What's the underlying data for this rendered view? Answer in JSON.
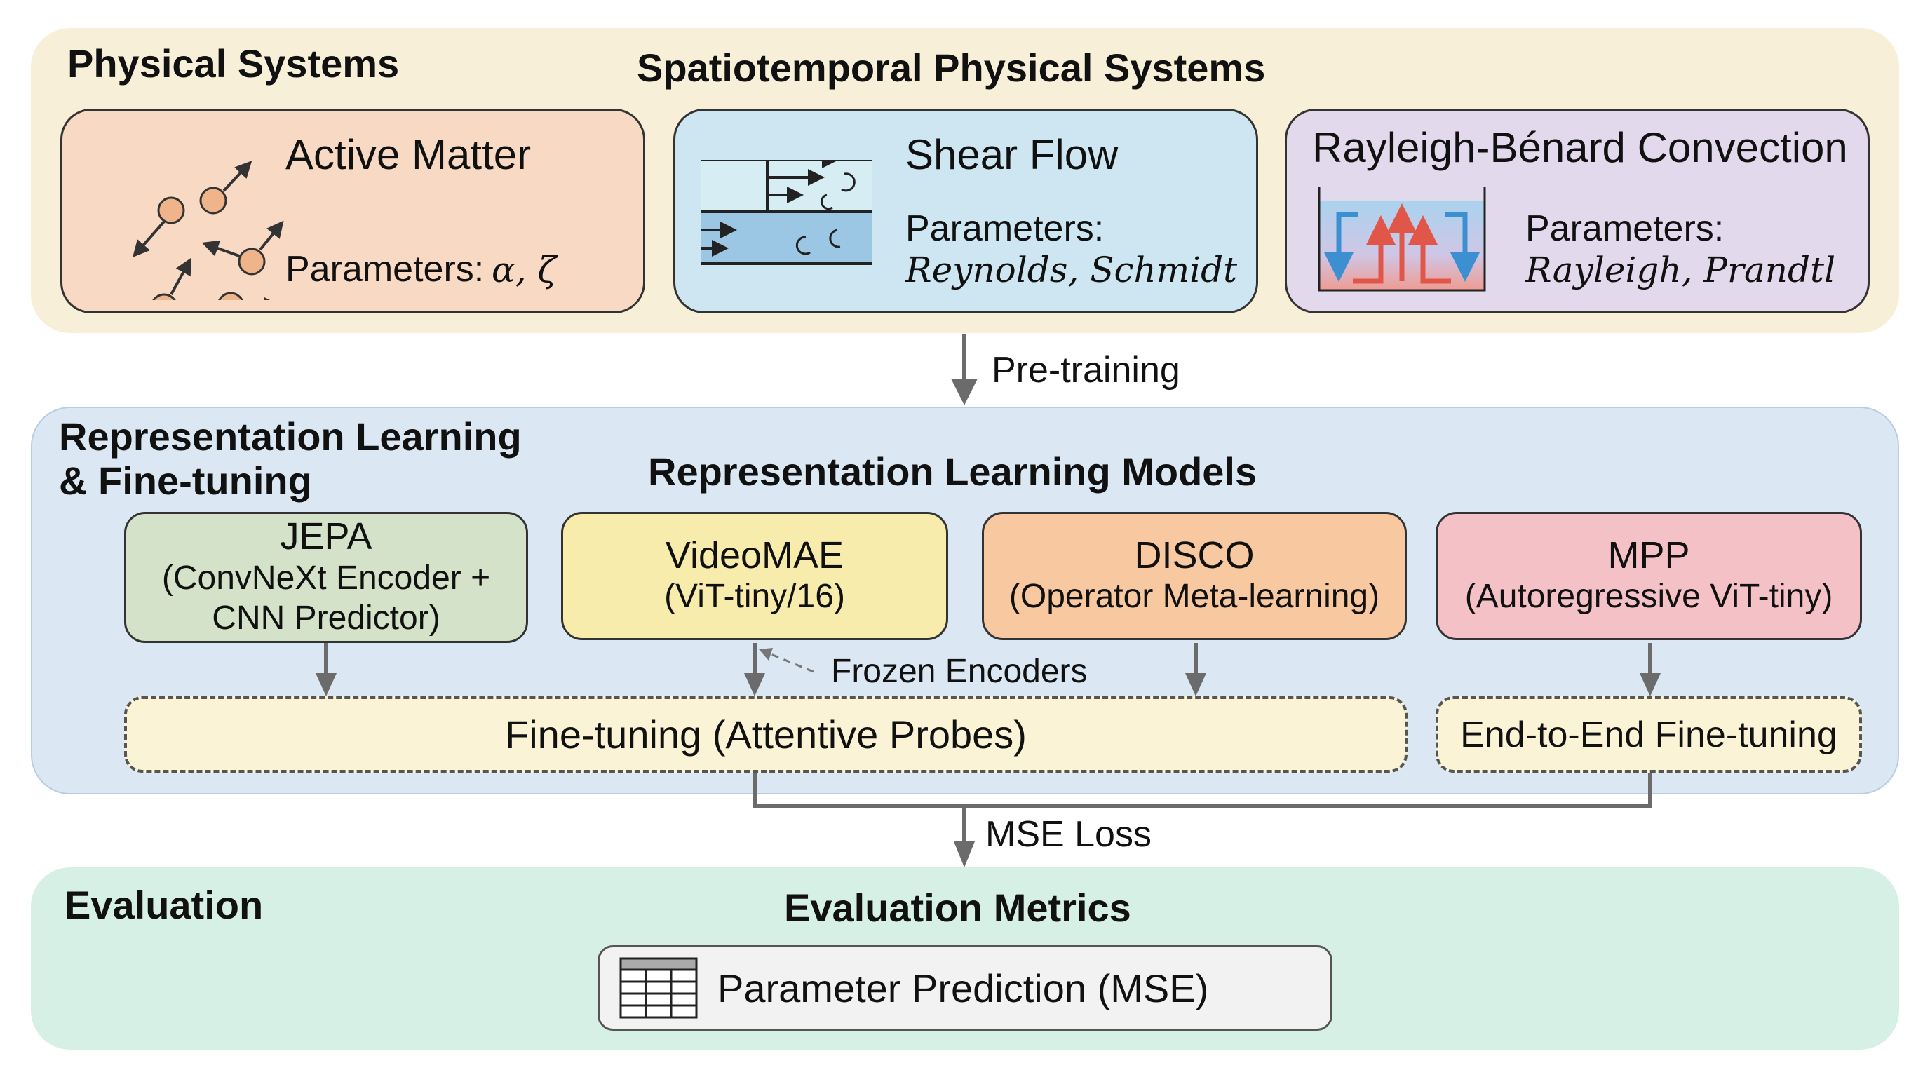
{
  "physical_systems": {
    "section_title": "Physical Systems",
    "group_title": "Spatiotemporal Physical Systems",
    "systems": [
      {
        "name": "Active Matter",
        "params_label": "Parameters:",
        "params": "α, ζ",
        "icon": "particles-icon",
        "color": "#f7d9c4"
      },
      {
        "name": "Shear Flow",
        "params_label": "Parameters:",
        "params": "Reynolds, Schmidt",
        "icon": "shear-flow-icon",
        "color": "#cde6f2"
      },
      {
        "name": "Rayleigh-Bénard Convection",
        "params_label": "Parameters:",
        "params": "Rayleigh, Prandtl",
        "icon": "convection-cell-icon",
        "color": "#e2d9ec"
      }
    ]
  },
  "flow_labels": {
    "pretraining": "Pre-training",
    "frozen": "Frozen Encoders",
    "mse_loss": "MSE Loss"
  },
  "representation": {
    "section_title_line1": "Representation Learning",
    "section_title_line2": "& Fine-tuning",
    "group_title": "Representation Learning Models",
    "models": [
      {
        "name": "JEPA",
        "sub1": "(ConvNeXt Encoder +",
        "sub2": "CNN Predictor)",
        "color": "#d3e2c8"
      },
      {
        "name": "VideoMAE",
        "sub1": "(ViT-tiny/16)",
        "sub2": "",
        "color": "#f8ecac"
      },
      {
        "name": "DISCO",
        "sub1": "(Operator Meta-learning)",
        "sub2": "",
        "color": "#f8c9a0"
      },
      {
        "name": "MPP",
        "sub1": "(Autoregressive ViT-tiny)",
        "sub2": "",
        "color": "#f4c1c6"
      }
    ],
    "finetune_probe": "Fine-tuning (Attentive Probes)",
    "finetune_e2e": "End-to-End Fine-tuning"
  },
  "evaluation": {
    "section_title": "Evaluation",
    "group_title": "Evaluation Metrics",
    "metric": "Parameter Prediction (MSE)",
    "metric_icon": "table-icon"
  }
}
